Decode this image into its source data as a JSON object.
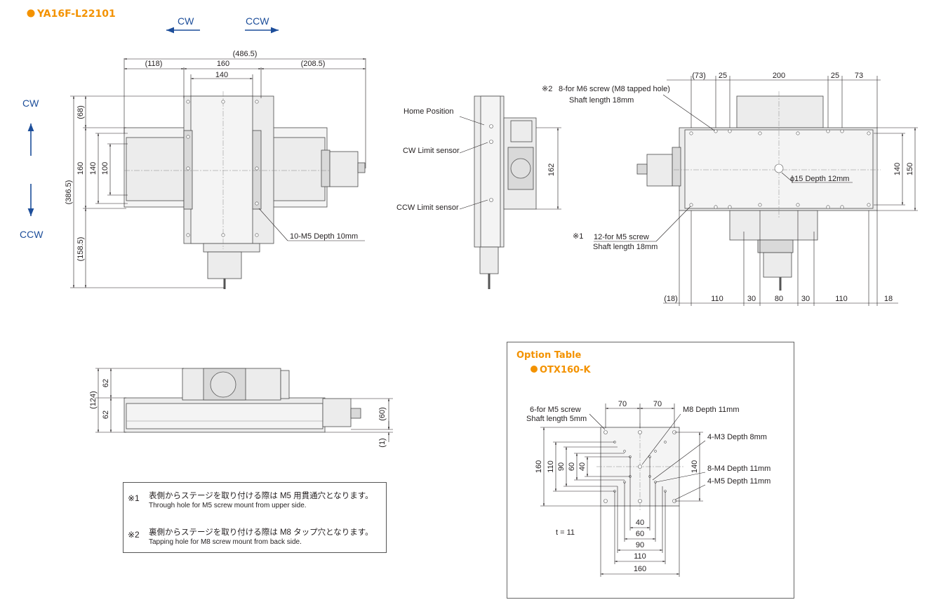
{
  "model_title": "YA16F-L22101",
  "directions": {
    "cw": "CW",
    "ccw": "CCW"
  },
  "top_view": {
    "overall": "(486.5)",
    "left": "(118)",
    "center": "160",
    "right": "(208.5)",
    "table": "140",
    "v_68": "(68)",
    "v_160": "160",
    "v_140": "140",
    "v_100": "100",
    "v_386": "(386.5)",
    "v_158": "(158.5)",
    "tap_label": "10-M5 Depth 10mm"
  },
  "side_view": {
    "home": "Home Position",
    "cw_limit": "CW Limit sensor",
    "ccw_limit": "CCW Limit sensor",
    "height": "162"
  },
  "bottom_view": {
    "top_dims": [
      "(73)",
      "25",
      "200",
      "25",
      "73"
    ],
    "note2_mark": "※2",
    "note2_line1": "8-for M6 screw (M8 tapped hole)",
    "note2_line2": "Shaft length 18mm",
    "hole_label": "ϕ15 Depth 12mm",
    "note1_mark": "※1",
    "note1_line1": "12-for M5 screw",
    "note1_line2": "Shaft length 18mm",
    "right_140": "140",
    "right_150": "150",
    "bottom_dims": [
      "(18)",
      "110",
      "30",
      "80",
      "30",
      "110",
      "18"
    ]
  },
  "front_view": {
    "v_124": "(124)",
    "v_62a": "62",
    "v_62b": "62",
    "v_60": "(60)",
    "v_1": "(1)"
  },
  "notes": [
    {
      "mark": "※1",
      "jp": "表側からステージを取り付ける際は M5 用貫通穴となります。",
      "en": "Through hole for M5 screw mount from upper side."
    },
    {
      "mark": "※2",
      "jp": "裏側からステージを取り付ける際は M8 タップ穴となります。",
      "en": "Tapping hole for M8 screw mount from back side."
    }
  ],
  "option_table": {
    "heading": "Option Table",
    "model": "OTX160-K",
    "screw_label": "6-for M5 screw",
    "screw_sub": "Shaft length 5mm",
    "top_70a": "70",
    "top_70b": "70",
    "m8": "M8 Depth 11mm",
    "m3": "4-M3 Depth 8mm",
    "m4": "8-M4 Depth 11mm",
    "m5": "4-M5 Depth 11mm",
    "left_dims": [
      "160",
      "110",
      "90",
      "60",
      "40"
    ],
    "right_140": "140",
    "bottom_dims": [
      "40",
      "60",
      "90",
      "110",
      "160"
    ],
    "thickness": "t = 11"
  },
  "colors": {
    "accent": "#f39200",
    "direction": "#1d4e9a"
  }
}
